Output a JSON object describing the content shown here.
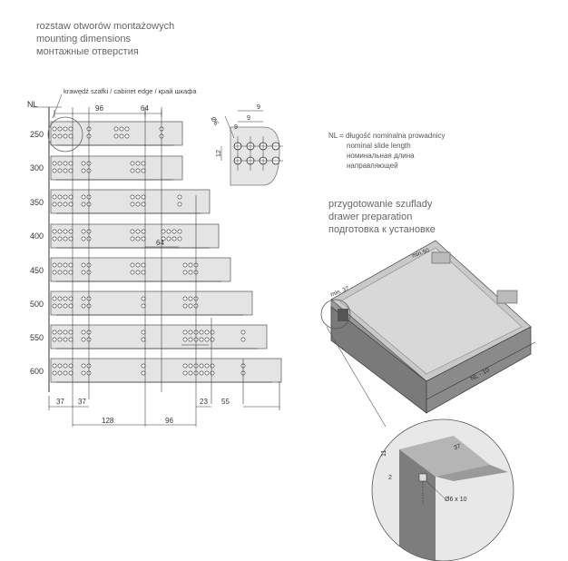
{
  "title": {
    "pl": "rozstaw otworów montażowych",
    "en": "mounting dimensions",
    "ru": "монтажные отверстия"
  },
  "nl_header": "NL",
  "cabinet_edge": "krawędź szafki / cabinet edge / край шкафа",
  "rows": [
    "250",
    "300",
    "350",
    "400",
    "450",
    "500",
    "550",
    "600"
  ],
  "top_dims": {
    "d96": "96",
    "d64": "64"
  },
  "mid_dim": "64",
  "bottom_dims": {
    "d37a": "37",
    "d37b": "37",
    "d128": "128",
    "d96": "96",
    "d23": "23",
    "d55": "55"
  },
  "detail_dims": {
    "phi6": "Ø6",
    "d9a": "9",
    "d9b": "9",
    "d12": "12",
    "d9c": "9"
  },
  "nl_legend": {
    "pl": "NL = długość nominalna prowadnicy",
    "en": "nominal slide length",
    "ru1": "номинальная длина",
    "ru2": "направляющей"
  },
  "prep": {
    "pl": "przygotowanie szuflady",
    "en": "drawer preparation",
    "ru": "подготовка к установке"
  },
  "drawer_labels": {
    "min50": "min.50",
    "min37": "min. 37",
    "nl10": "NL - 10"
  },
  "zoom_labels": {
    "d37": "37",
    "d11": "11",
    "d2": "2",
    "hole": "Ø6 x 10"
  }
}
